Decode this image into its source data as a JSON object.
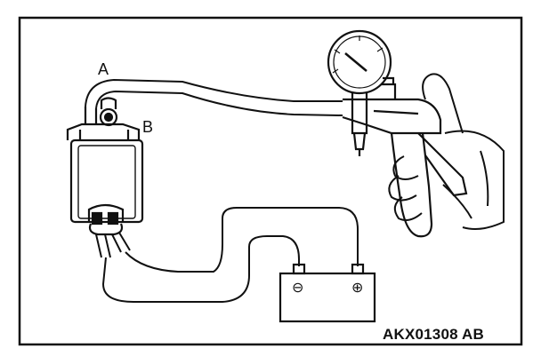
{
  "labels": {
    "a": "A",
    "b": "B",
    "figure_code": "AKX01308 AB"
  },
  "battery": {
    "negative_symbol": "⊖",
    "positive_symbol": "⊕"
  },
  "icons": {
    "gauge": "vacuum-gauge-icon",
    "pump": "hand-vacuum-pump-icon",
    "solenoid": "solenoid-valve-icon",
    "battery": "battery-icon",
    "hand": "hand-icon"
  },
  "colors": {
    "line": "#111111",
    "background": "#ffffff"
  }
}
